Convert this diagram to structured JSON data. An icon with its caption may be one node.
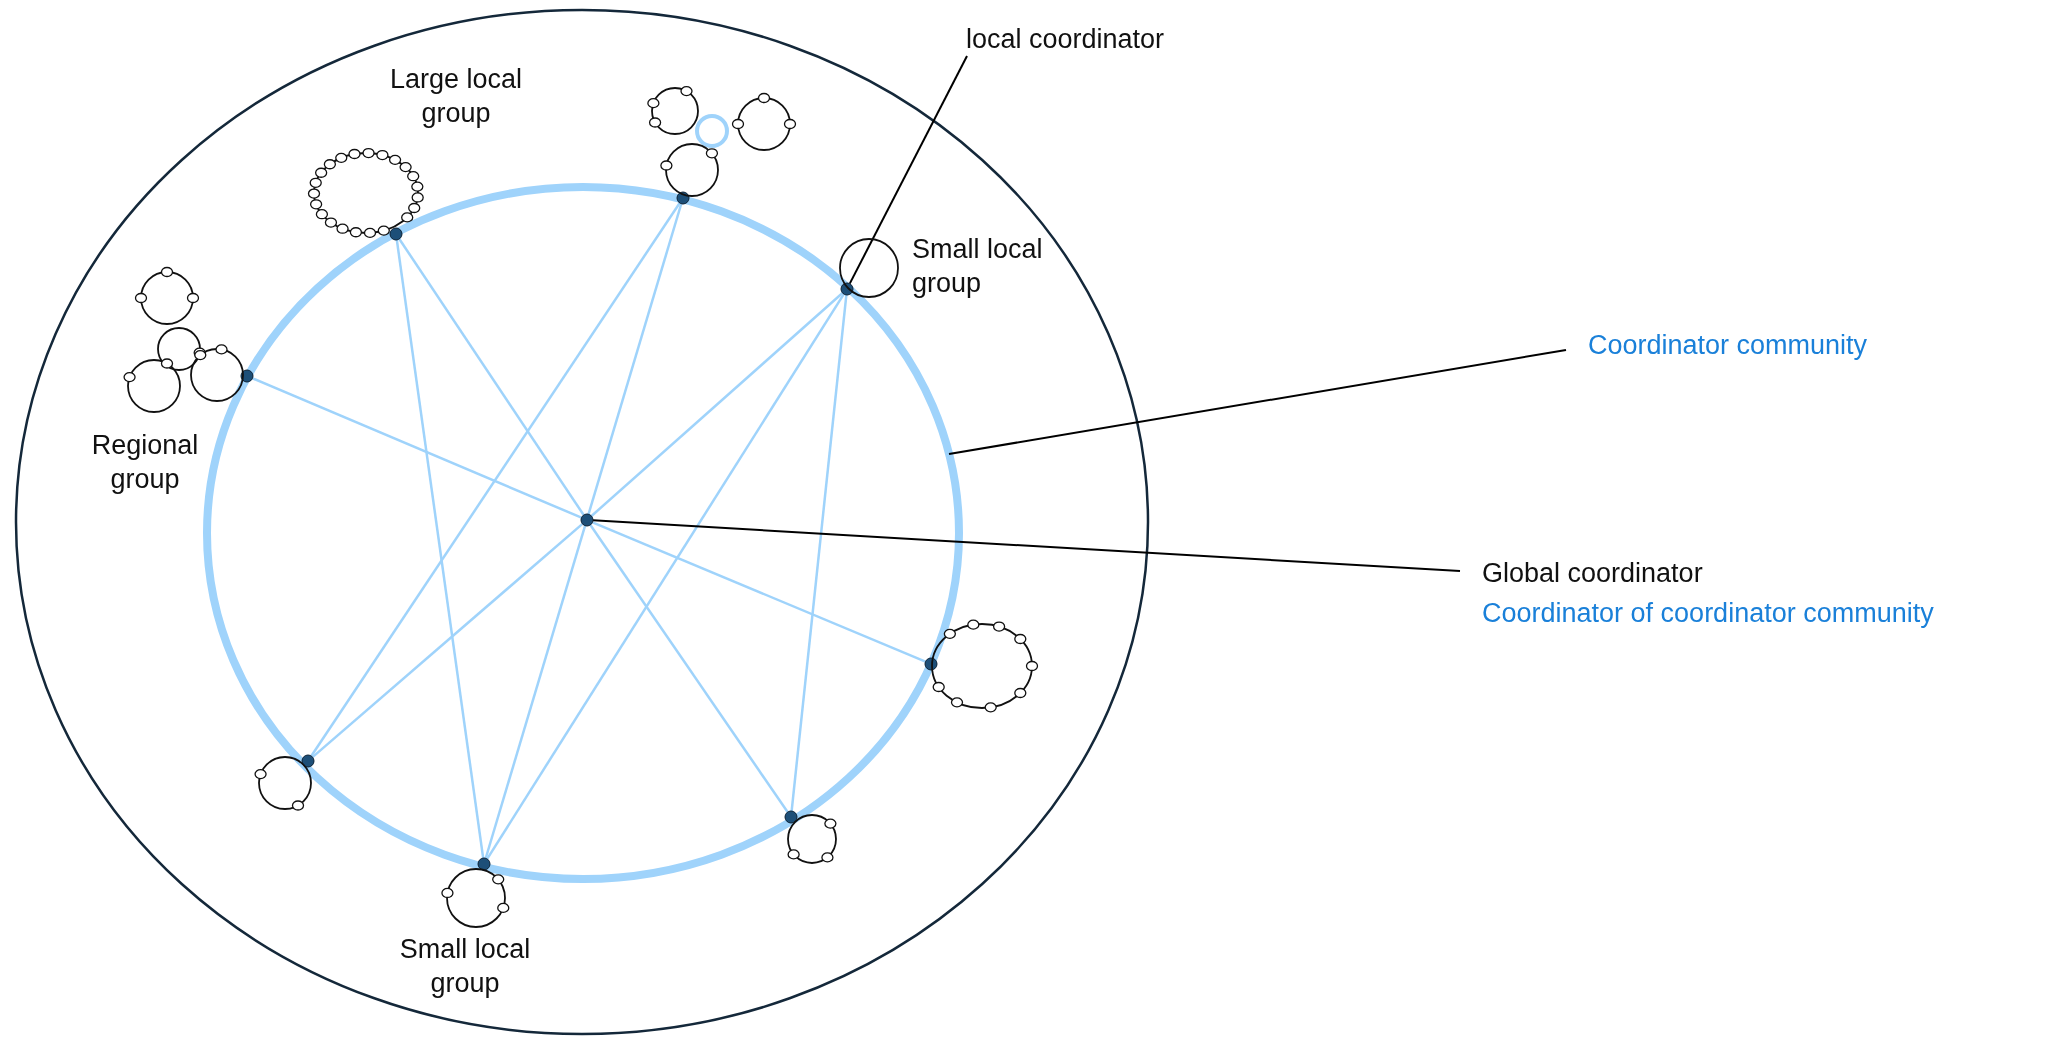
{
  "diagram": {
    "nodes": [
      {
        "text": [],
        "shape": "circle"
      },
      {
        "text": [],
        "shape": "circle",
        "in": 0
      },
      {
        "text": [],
        "shape": "circle",
        "in": 1
      },
      {
        "text": [],
        "shape": "circle",
        "in": 1
      },
      {
        "text": [],
        "shape": "circle",
        "in": 0
      },
      {
        "text": [],
        "shape": "circle",
        "in": 1
      },
      {
        "text": [],
        "shape": "circle",
        "in": 0
      },
      {
        "text": [],
        "shape": "circle",
        "in": 0
      },
      {
        "text": [],
        "shape": "circle",
        "in": 1
      },
      {
        "text": [],
        "shape": "circle",
        "in": 1
      },
      {
        "text": [],
        "shape": "circle",
        "in": 1
      },
      {
        "text": [
          "Large local group"
        ],
        "in": 0
      },
      {
        "text": [],
        "shape": "circle",
        "in": 0
      },
      {
        "text": [
          "Small local group"
        ],
        "in": 0
      },
      {
        "text": [
          "Regional group"
        ],
        "in": 0
      },
      {
        "text": [],
        "shape": "circle",
        "in": 0
      },
      {
        "text": [],
        "shape": "circle",
        "in": 0
      },
      {
        "text": [
          "Small local group"
        ],
        "in": 0
      },
      {
        "text": [],
        "shape": "circle",
        "in": 0
      },
      {
        "text": [
          "local coordinator"
        ]
      },
      {
        "text": [
          "Coordinator community"
        ]
      },
      {
        "text": [
          "Global coordinator",
          "Coordinator of coordinator community"
        ]
      }
    ],
    "edges": [
      {
        "from": 2,
        "to": 3,
        "arrow": "none"
      },
      {
        "from": 2,
        "to": 8,
        "arrow": "none"
      },
      {
        "from": 2,
        "to": 5,
        "arrow": "none"
      },
      {
        "from": 2,
        "to": 10,
        "arrow": "none"
      },
      {
        "from": 2,
        "to": 6,
        "arrow": "none"
      },
      {
        "from": 2,
        "to": 7,
        "arrow": "none"
      },
      {
        "from": 3,
        "to": 9,
        "arrow": "none"
      },
      {
        "from": 4,
        "to": 10,
        "arrow": "none"
      },
      {
        "from": 4,
        "to": 9,
        "arrow": "none"
      },
      {
        "from": 5,
        "to": 9,
        "arrow": "none"
      },
      {
        "from": 5,
        "to": 8,
        "arrow": "none"
      },
      {
        "from": 19,
        "to": 5,
        "arrow": "none",
        "color": "#000000"
      },
      {
        "from": 20,
        "to": 1,
        "arrow": "none",
        "color": "#000000"
      },
      {
        "from": 21,
        "to": 2,
        "arrow": "none",
        "color": "#000000"
      }
    ]
  }
}
